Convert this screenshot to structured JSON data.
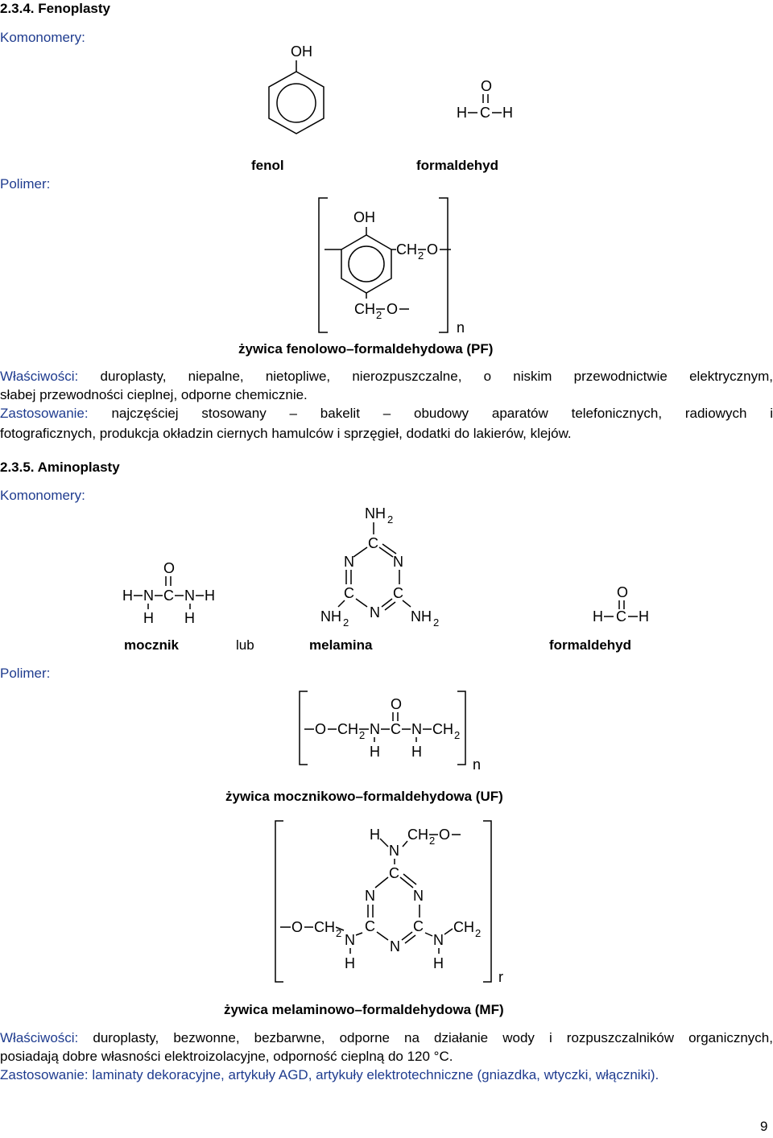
{
  "sections": {
    "fenoplasty": {
      "heading": "2.3.4. Fenoplasty",
      "komonomery_label": "Komonomery:",
      "monomer1_name": "fenol",
      "monomer2_name": "formaldehyd",
      "polimer_label": "Polimer:",
      "polymer_name": "żywica fenolowo–formaldehydowa (PF)",
      "wlasciwosci_label": "Właściwości:",
      "wlasciwosci_line1": "duroplasty, niepalne, nietopliwe, nierozpuszczalne, o niskim przewodnictwie elektrycznym,",
      "wlasciwosci_line2": "słabej przewodności cieplnej, odporne chemicznie.",
      "zastosowanie_label": "Zastosowanie:",
      "zastosowanie_line1": "najczęściej stosowany – bakelit – obudowy aparatów telefonicznych, radiowych i",
      "zastosowanie_line2": "fotograficznych, produkcja okładzin ciernych hamulców i sprzęgieł, dodatki do lakierów, klejów."
    },
    "aminoplasty": {
      "heading": "2.3.5. Aminoplasty",
      "komonomery_label": "Komonomery:",
      "monomer1_name": "mocznik",
      "lub": "lub",
      "monomer2_name": "melamina",
      "monomer3_name": "formaldehyd",
      "polimer_label": "Polimer:",
      "polymer1_name": "żywica mocznikowo–formaldehydowa (UF)",
      "polymer2_name": "żywica melaminowo–formaldehydowa (MF)",
      "wlasciwosci_label": "Właściwości:",
      "wlasciwosci_line1": "duroplasty, bezwonne, bezbarwne, odporne na działanie wody i rozpuszczalników organicznych,",
      "wlasciwosci_line2": "posiadają dobre własności elektroizolacyjne, odporność cieplną do 120 °C.",
      "zastosowanie_label": "Zastosowanie:",
      "zastosowanie_text": "laminaty dekoracyjne, artykuły AGD, artykuły elektrotechniczne (gniazdka, wtyczki, włączniki)."
    }
  },
  "chem": {
    "OH": "OH",
    "O": "O",
    "H": "H",
    "C": "C",
    "N": "N",
    "CH": "CH",
    "NH": "NH",
    "sub2": "2",
    "n": "n",
    "r": "r"
  },
  "page_number": "9"
}
